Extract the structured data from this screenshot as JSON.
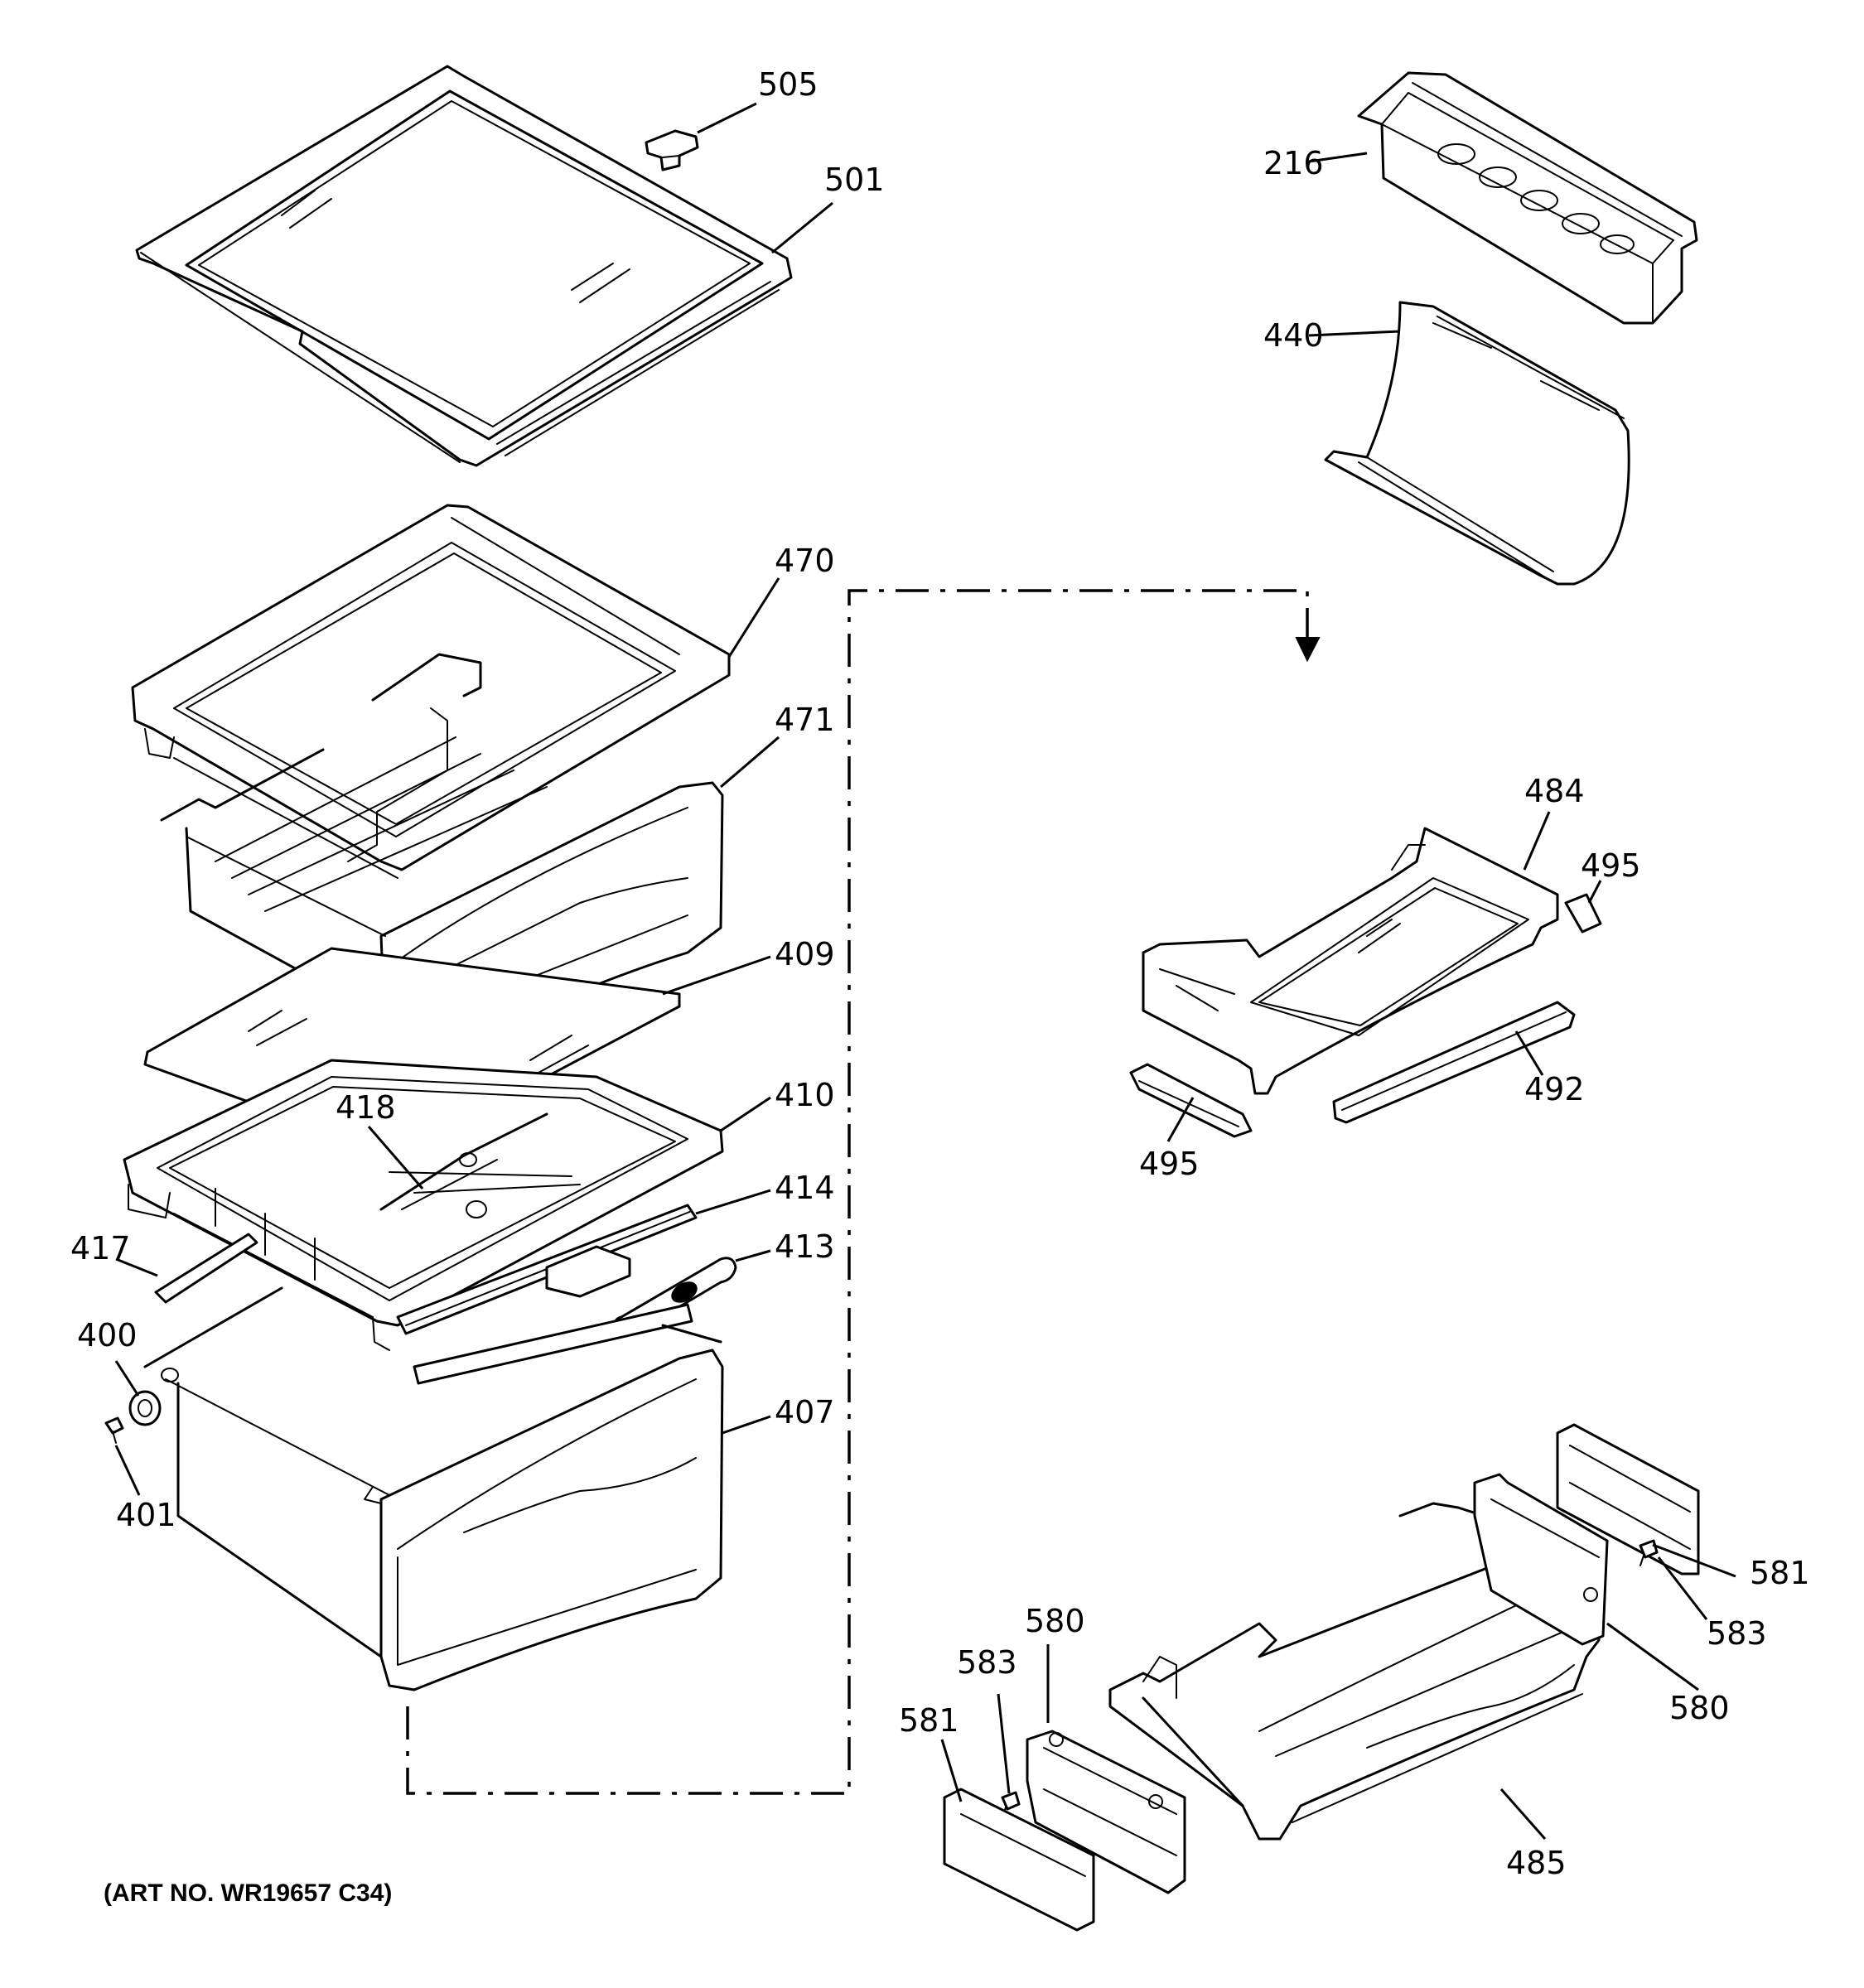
{
  "callouts": {
    "c505": "505",
    "c501": "501",
    "c216": "216",
    "c440": "440",
    "c470": "470",
    "c471": "471",
    "c409": "409",
    "c418": "418",
    "c410": "410",
    "c414": "414",
    "c417": "417",
    "c413": "413",
    "c400": "400",
    "c407": "407",
    "c401": "401",
    "c484": "484",
    "c495a": "495",
    "c492": "492",
    "c495b": "495",
    "c581a": "581",
    "c583a": "583",
    "c580a": "580",
    "c580b": "580",
    "c583b": "583",
    "c581b": "581",
    "c485": "485"
  },
  "art_number": "(ART NO. WR19657 C34)"
}
